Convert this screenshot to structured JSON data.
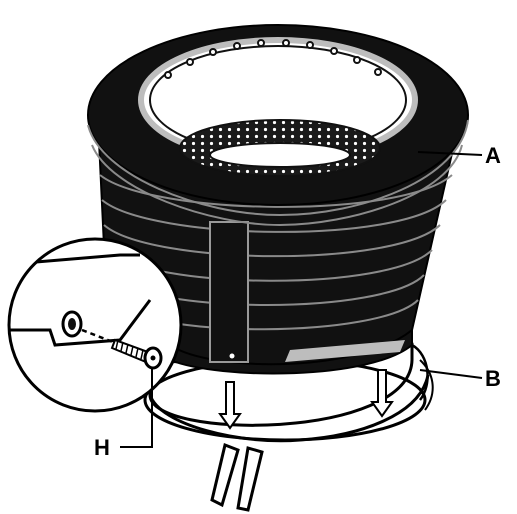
{
  "callouts": {
    "a": "A",
    "b": "B",
    "h": "H"
  },
  "colors": {
    "body": "#111111",
    "outline": "#000000",
    "highlight": "#bdbdbd",
    "base": "#ffffff",
    "mesh": "#1a1a1a"
  }
}
